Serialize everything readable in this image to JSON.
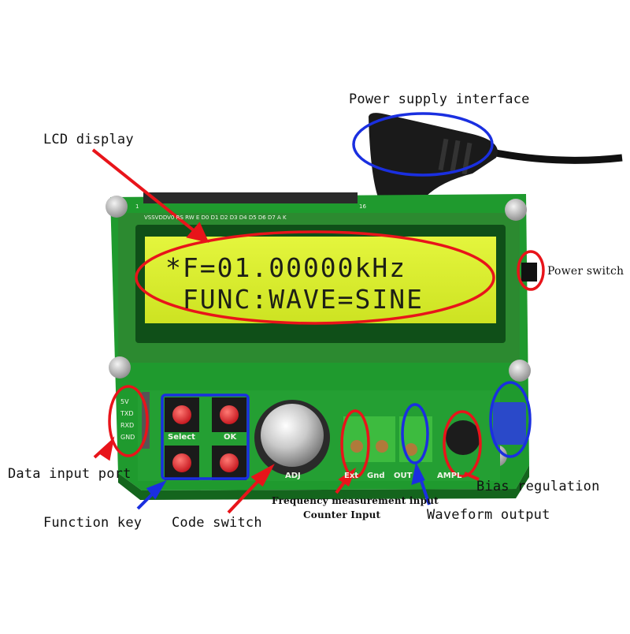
{
  "lcd": {
    "line1": "*F=01.00000kHz",
    "line2": " FUNC:WAVE=SINE"
  },
  "labels": {
    "power_supply_interface": "Power supply interface",
    "lcd_display": "LCD display",
    "power_switch": "Power switch",
    "data_input_port": "Data input port",
    "function_key": "Function key",
    "code_switch": "Code switch",
    "frequency_measurement_input": "Frequency measurement input",
    "counter_input": "Counter Input",
    "waveform_output": "Waveform output",
    "bias_regulation": "Bias regulation"
  },
  "board_silkscreen": {
    "pin_header": "VSSVDDV0 RS RW E D0 D1 D2 D3 D4 D5 D6 D7 A K",
    "pin_first": "1",
    "pin_last": "16",
    "data_pins": [
      "5V",
      "TXD",
      "RXD",
      "GND"
    ],
    "select_label": "Select",
    "ok_label": "OK",
    "adj_label": "ADJ",
    "ext_label": "Ext",
    "gnd_label": "Gnd",
    "out_label": "OUT",
    "ampl_label": "AMPL"
  },
  "colors": {
    "pcb": "#1f9a2e",
    "lcd_frame": "#0f6b1c",
    "lcd_screen": "#d9ef2e",
    "red_marker": "#e8141a",
    "blue_marker": "#1a2fe0",
    "terminal": "#3dbb3f"
  }
}
